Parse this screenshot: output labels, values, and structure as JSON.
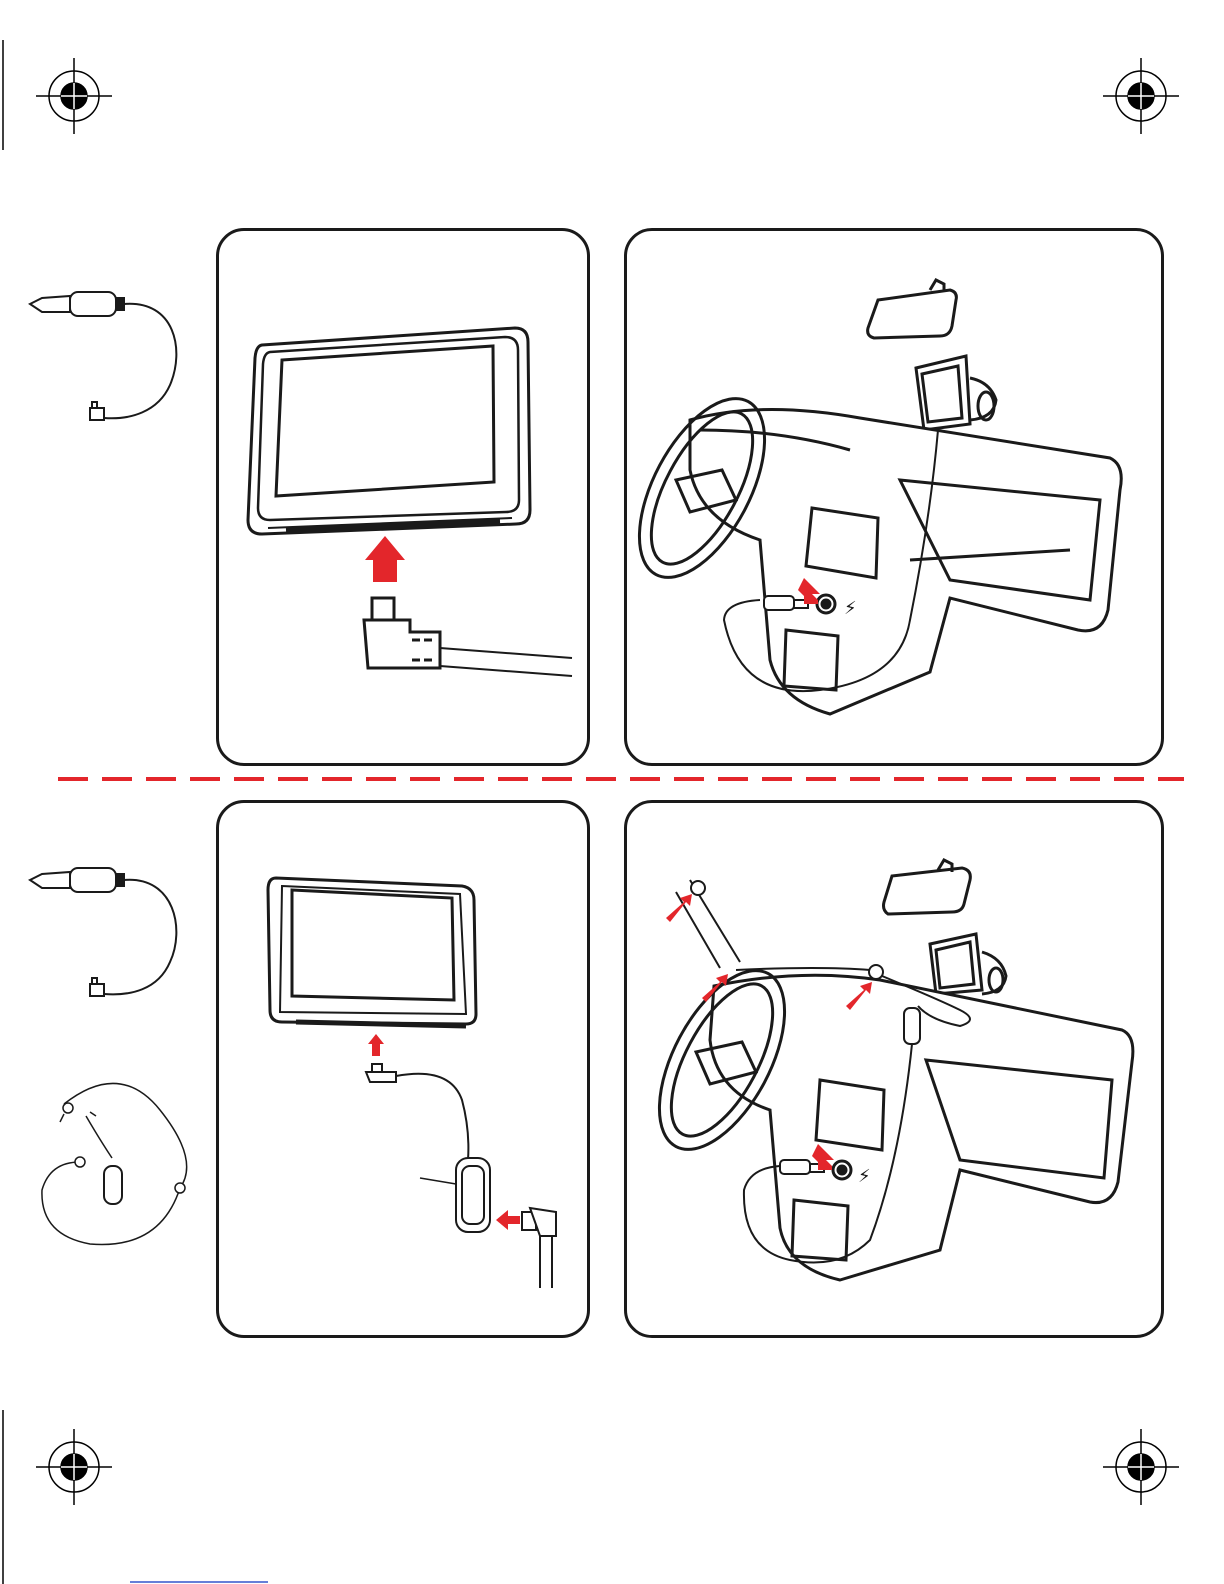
{
  "page": {
    "background": "#ffffff",
    "line_color": "#1a1a1a",
    "accent_color": "#e3262b",
    "divider_style": "dashed"
  },
  "sections": [
    {
      "id": "standard-charger",
      "side_item": "car-charger-cable-icon",
      "panels": [
        {
          "id": "device-connection",
          "content": "navigation-device-with-connector-arrow"
        },
        {
          "id": "dashboard-installation",
          "content": "car-dashboard-power-socket"
        }
      ]
    },
    {
      "id": "charger-with-antenna",
      "side_items": [
        "car-charger-cable-icon",
        "antenna-cable-icon"
      ],
      "panels": [
        {
          "id": "device-antenna-connection",
          "content": "navigation-device-with-antenna-connector"
        },
        {
          "id": "dashboard-antenna-installation",
          "content": "car-dashboard-antenna-routing"
        }
      ]
    }
  ],
  "power_symbol": "⚡"
}
